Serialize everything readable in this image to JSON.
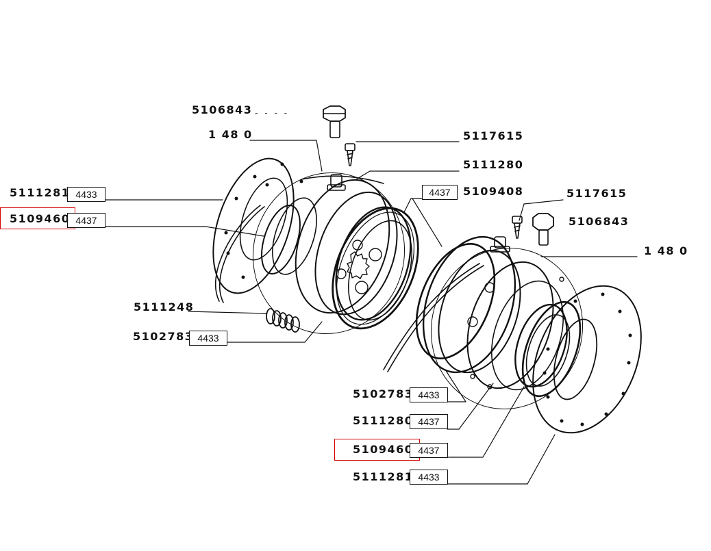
{
  "labels": {
    "top_bolt_left": "5106843",
    "housing_left": "1 48 0",
    "screw_left": "5117615",
    "ring_left_upper": "5111280",
    "gasket_left": "5111281",
    "oring_left": "5109460",
    "seal_left": "5109408",
    "spring": "5111248",
    "snap_ring_left": "5102783",
    "screw_right": "5117615",
    "top_bolt_right": "5106843",
    "housing_right": "1 48 0",
    "snap_ring_right": "5102783",
    "ring_right": "5111280",
    "oring_right": "5109460",
    "gasket_right": "5111281"
  },
  "refs": {
    "gasket_left": "4433",
    "oring_left": "4437",
    "seal_left": "4437",
    "snap_ring_left": "4433",
    "snap_ring_right": "4433",
    "ring_right": "4437",
    "oring_right": "4437",
    "gasket_right": "4433"
  },
  "colors": {
    "line": "#111111",
    "highlight": "#d40000"
  }
}
